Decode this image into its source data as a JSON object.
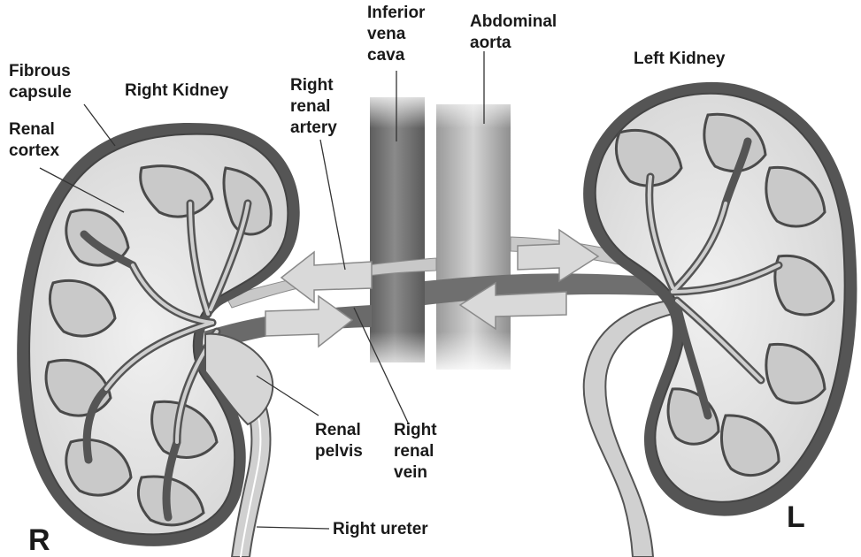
{
  "labels": {
    "inferior_vena_cava": [
      "Inferior",
      "vena",
      "cava"
    ],
    "abdominal_aorta": [
      "Abdominal",
      "aorta"
    ],
    "left_kidney": "Left Kidney",
    "fibrous_capsule": [
      "Fibrous",
      "capsule"
    ],
    "right_kidney": "Right Kidney",
    "right_renal_artery": [
      "Right",
      "renal",
      "artery"
    ],
    "renal_cortex": [
      "Renal",
      "cortex"
    ],
    "renal_pelvis": [
      "Renal",
      "pelvis"
    ],
    "right_renal_vein": [
      "Right",
      "renal",
      "vein"
    ],
    "right_ureter": "Right ureter",
    "side_right": "R",
    "side_left": "L"
  },
  "colors": {
    "capsule": "#5a5a5a",
    "cortex": "#e2e2e2",
    "pyramid": "#cfcfcf",
    "vessel_dark": "#6e6e6e",
    "vessel_light": "#bdbdbd"
  }
}
